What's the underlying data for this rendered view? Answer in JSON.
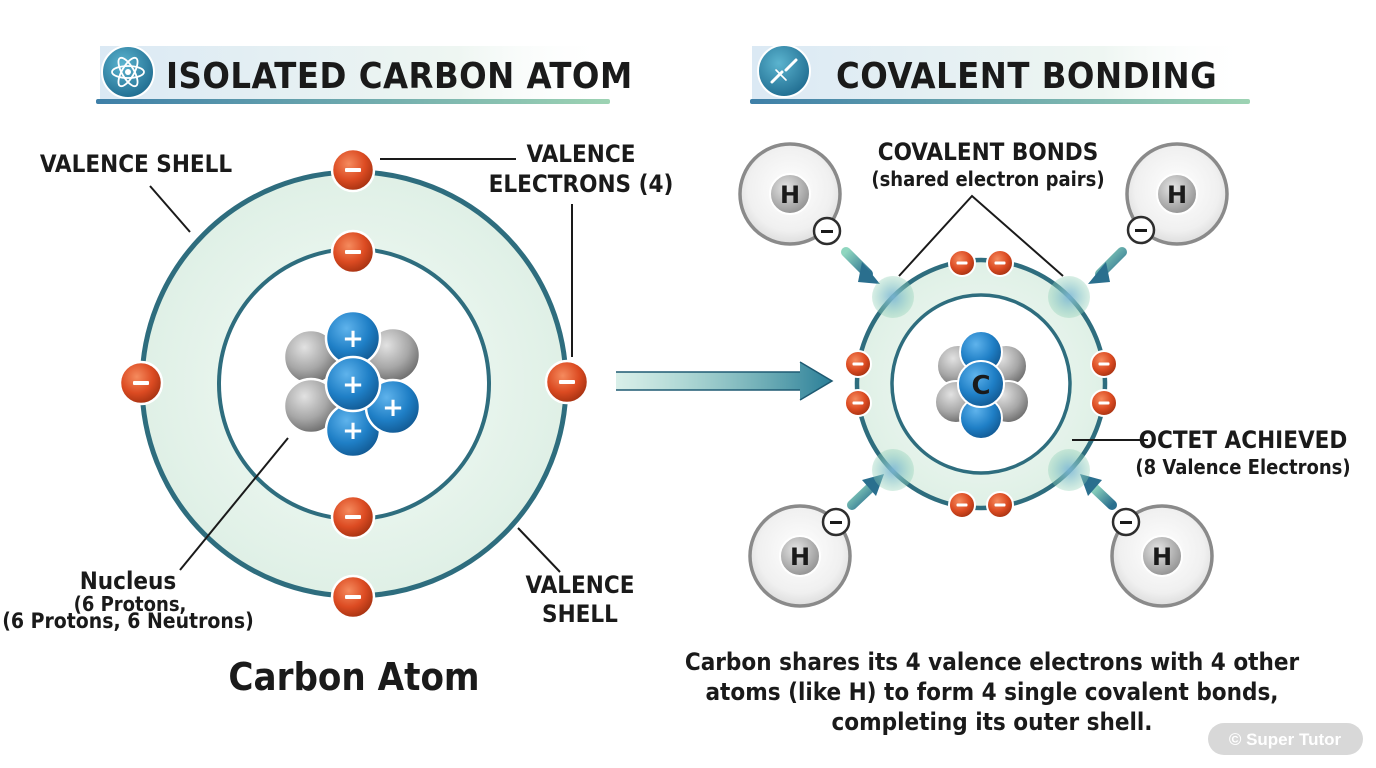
{
  "left_panel": {
    "header": "ISOLATED CARBON ATOM",
    "header_icon": "atom-icon",
    "labels": {
      "valence_shell_top": "VALENCE SHELL",
      "valence_electrons_line1": "VALENCE",
      "valence_electrons_line2": "ELECTRONS (4)",
      "nucleus_title": "Nucleus",
      "nucleus_ghost": "(6 Protons,",
      "nucleus_detail": "(6 Protons, 6 Neutrons)",
      "valence_shell_bottom_line1": "VALENCE",
      "valence_shell_bottom_line2": "SHELL",
      "caption": "Carbon Atom"
    },
    "electron_symbol": "−",
    "proton_symbol": "+"
  },
  "right_panel": {
    "header": "COVALENT BONDING",
    "header_icon": "bond-link-icon",
    "labels": {
      "bonds_title": "COVALENT BONDS",
      "bonds_subtitle": "(shared electron pairs)",
      "octet_title": "OCTET ACHIEVED",
      "octet_subtitle": "(8 Valence Electrons)",
      "carbon_symbol": "C",
      "hydrogen_symbol": "H",
      "description_line1": "Carbon shares its 4 valence electrons with 4 other",
      "description_line2": "atoms (like H) to form 4 single covalent bonds,",
      "description_line3": "completing its outer shell."
    }
  },
  "watermark": "© Super Tutor",
  "colors": {
    "electron": "#dc4b22",
    "proton": "#1f7fc6",
    "neutron": "#8f8f8f",
    "shell": "#2e6d7e",
    "shell_fill": "#e9f5ee",
    "accent": "#2a7e98"
  }
}
